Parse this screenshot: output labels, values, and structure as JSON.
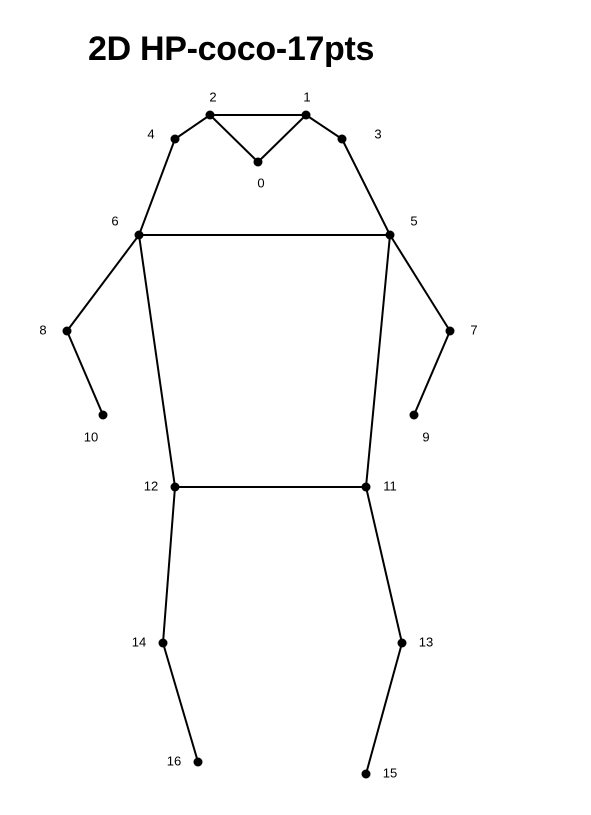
{
  "title": "2D HP-coco-17pts",
  "colors": {
    "line": "#000000",
    "point": "#000000",
    "background": "#ffffff"
  },
  "keypoints": [
    {
      "id": 0,
      "label": "0"
    },
    {
      "id": 1,
      "label": "1"
    },
    {
      "id": 2,
      "label": "2"
    },
    {
      "id": 3,
      "label": "3"
    },
    {
      "id": 4,
      "label": "4"
    },
    {
      "id": 5,
      "label": "5"
    },
    {
      "id": 6,
      "label": "6"
    },
    {
      "id": 7,
      "label": "7"
    },
    {
      "id": 8,
      "label": "8"
    },
    {
      "id": 9,
      "label": "9"
    },
    {
      "id": 10,
      "label": "10"
    },
    {
      "id": 11,
      "label": "11"
    },
    {
      "id": 12,
      "label": "12"
    },
    {
      "id": 13,
      "label": "13"
    },
    {
      "id": 14,
      "label": "14"
    },
    {
      "id": 15,
      "label": "15"
    },
    {
      "id": 16,
      "label": "16"
    }
  ],
  "connections": [
    [
      2,
      1
    ],
    [
      2,
      0
    ],
    [
      1,
      0
    ],
    [
      2,
      4
    ],
    [
      1,
      3
    ],
    [
      4,
      6
    ],
    [
      3,
      5
    ],
    [
      6,
      5
    ],
    [
      6,
      8
    ],
    [
      8,
      10
    ],
    [
      5,
      7
    ],
    [
      7,
      9
    ],
    [
      6,
      12
    ],
    [
      5,
      11
    ],
    [
      12,
      11
    ],
    [
      12,
      14
    ],
    [
      14,
      16
    ],
    [
      11,
      13
    ],
    [
      13,
      15
    ]
  ]
}
